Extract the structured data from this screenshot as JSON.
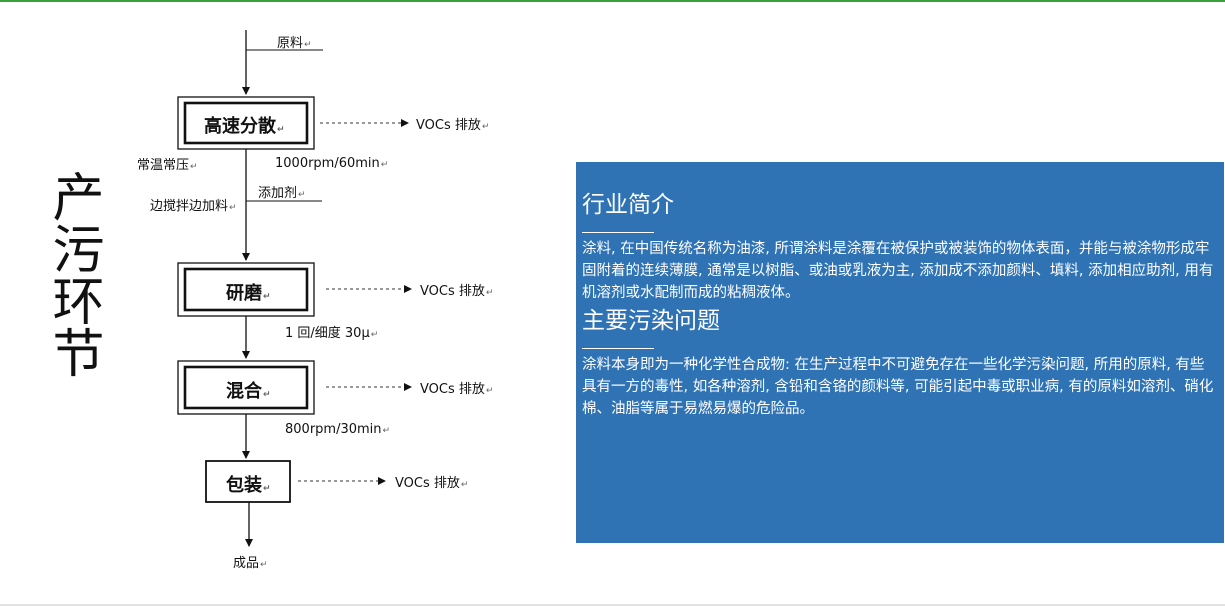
{
  "side_title": "产污环节",
  "return_mark": "↵",
  "flow": {
    "raw_material": "原料",
    "steps": [
      {
        "label": "高速分散",
        "emission": "VOCs 排放"
      },
      {
        "label": "研磨",
        "emission": "VOCs 排放"
      },
      {
        "label": "混合",
        "emission": "VOCs 排放"
      },
      {
        "label": "包装",
        "emission": "VOCs 排放"
      }
    ],
    "condition_1": "常温常压",
    "param_1": "1000rpm/60min",
    "additive": "添加剂",
    "condition_2": "边搅拌边加料",
    "param_2": "1 回/细度 30μ",
    "param_3": "800rpm/30min",
    "product": "成品"
  },
  "panel": {
    "section_1_title": "行业简介",
    "section_1_body": "涂料, 在中国传统名称为油漆, 所谓涂料是涂覆在被保护或被装饰的物体表面，并能与被涂物形成牢固附着的连续薄膜, 通常是以树脂、或油或乳液为主, 添加成不添加颜料、填料, 添加相应助剂, 用有机溶剂或水配制而成的粘稠液体。",
    "section_2_title": "主要污染问题",
    "section_2_body": "涂料本身即为一种化学性合成物: 在生产过程中不可避免存在一些化学污染问题, 所用的原料, 有些具有一方的毒性, 如各种溶剂, 含铅和含铬的颜料等, 可能引起中毒或职业病, 有的原料如溶剂、硝化棉、油脂等属于易燃易爆的危险品。",
    "colors": {
      "background": "#2f73b5",
      "text": "#ffffff"
    }
  },
  "colors": {
    "accent_top_line": "#3aa03a"
  }
}
